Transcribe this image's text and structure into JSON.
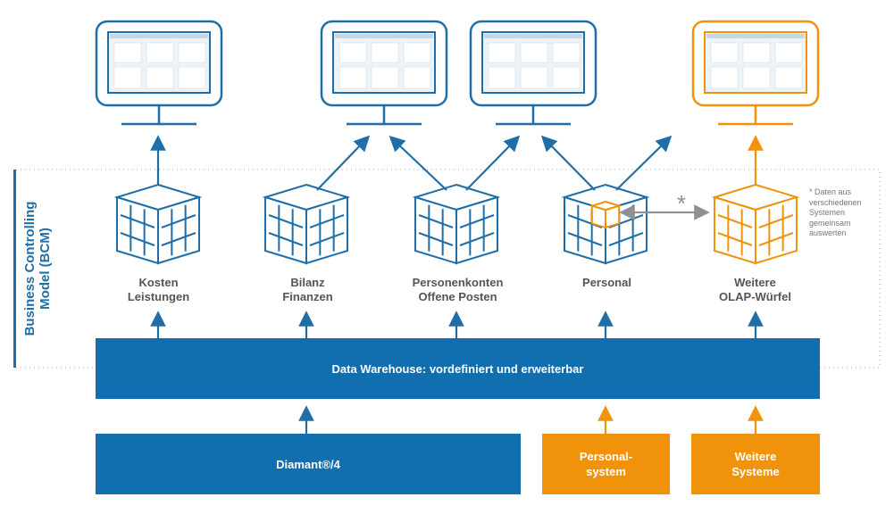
{
  "colors": {
    "blue": "#116eaf",
    "line_blue": "#1f6ea8",
    "orange": "#f0920a",
    "grey": "#909090",
    "text_grey": "#555555"
  },
  "bcm": {
    "title": "Business Controlling\nModel (BCM)"
  },
  "note": {
    "text": "* Daten aus\n  verschiedenen\n  Systemen\n  gemeinsam\n  auswerten"
  },
  "link_symbol": "*",
  "monitors": [
    {
      "name": "dashboard-monitor-1",
      "color": "blue",
      "screen": "dashboard-screenshot"
    },
    {
      "name": "dashboard-monitor-2",
      "color": "blue",
      "screen": "dashboard-screenshot"
    },
    {
      "name": "dashboard-monitor-3",
      "color": "blue",
      "screen": "dashboard-screenshot"
    },
    {
      "name": "dashboard-monitor-4",
      "color": "orange",
      "screen": "dashboard-screenshot"
    }
  ],
  "cubes": [
    {
      "label": "Kosten\nLeistungen",
      "color": "blue"
    },
    {
      "label": "Bilanz\nFinanzen",
      "color": "blue"
    },
    {
      "label": "Personenkonten\nOffene Posten",
      "color": "blue"
    },
    {
      "label": "Personal",
      "color": "blue",
      "highlight": "orange"
    },
    {
      "label": "Weitere\nOLAP-Würfel",
      "color": "orange"
    }
  ],
  "warehouse": {
    "label": "Data Warehouse: vordefiniert und erweiterbar"
  },
  "sources": [
    {
      "label": "Diamant®/4",
      "color": "blue"
    },
    {
      "label": "Personal-\nsystem",
      "color": "orange"
    },
    {
      "label": "Weitere\nSysteme",
      "color": "orange"
    }
  ]
}
